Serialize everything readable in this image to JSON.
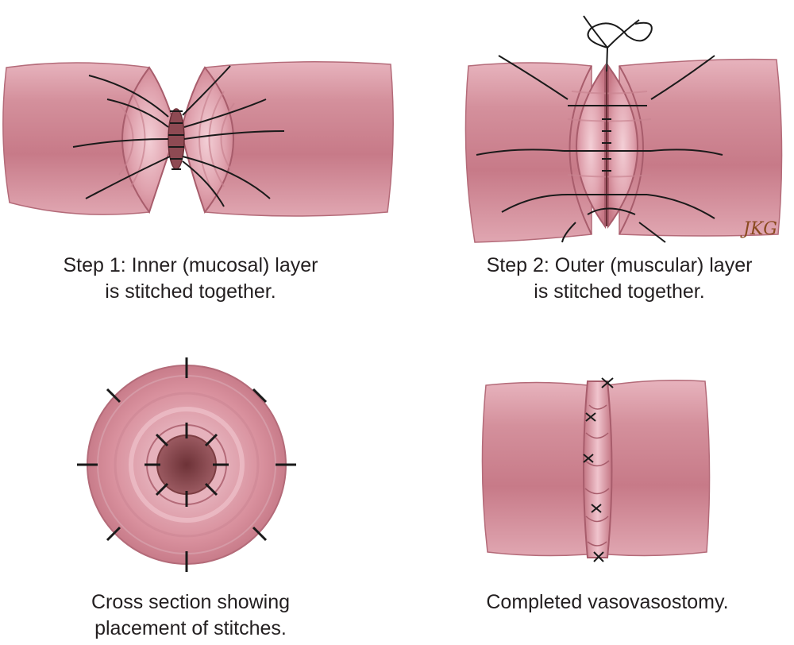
{
  "panels": [
    {
      "caption_lines": [
        "Step 1: Inner (mucosal) layer",
        "is stitched together."
      ]
    },
    {
      "caption_lines": [
        "Step 2: Outer (muscular) layer",
        "is stitched together."
      ],
      "signature": "JKG"
    },
    {
      "caption_lines": [
        "Cross section showing",
        "placement of stitches."
      ]
    },
    {
      "caption_lines": [
        "Completed vasovasostomy."
      ]
    }
  ],
  "colors": {
    "tissue": "#d58d9b",
    "tissue_dark": "#b86776",
    "tissue_light": "#f1c8d1",
    "lumen": "#7c3d42",
    "suture": "#1a1a1a",
    "signature": "#8a4a1f"
  }
}
